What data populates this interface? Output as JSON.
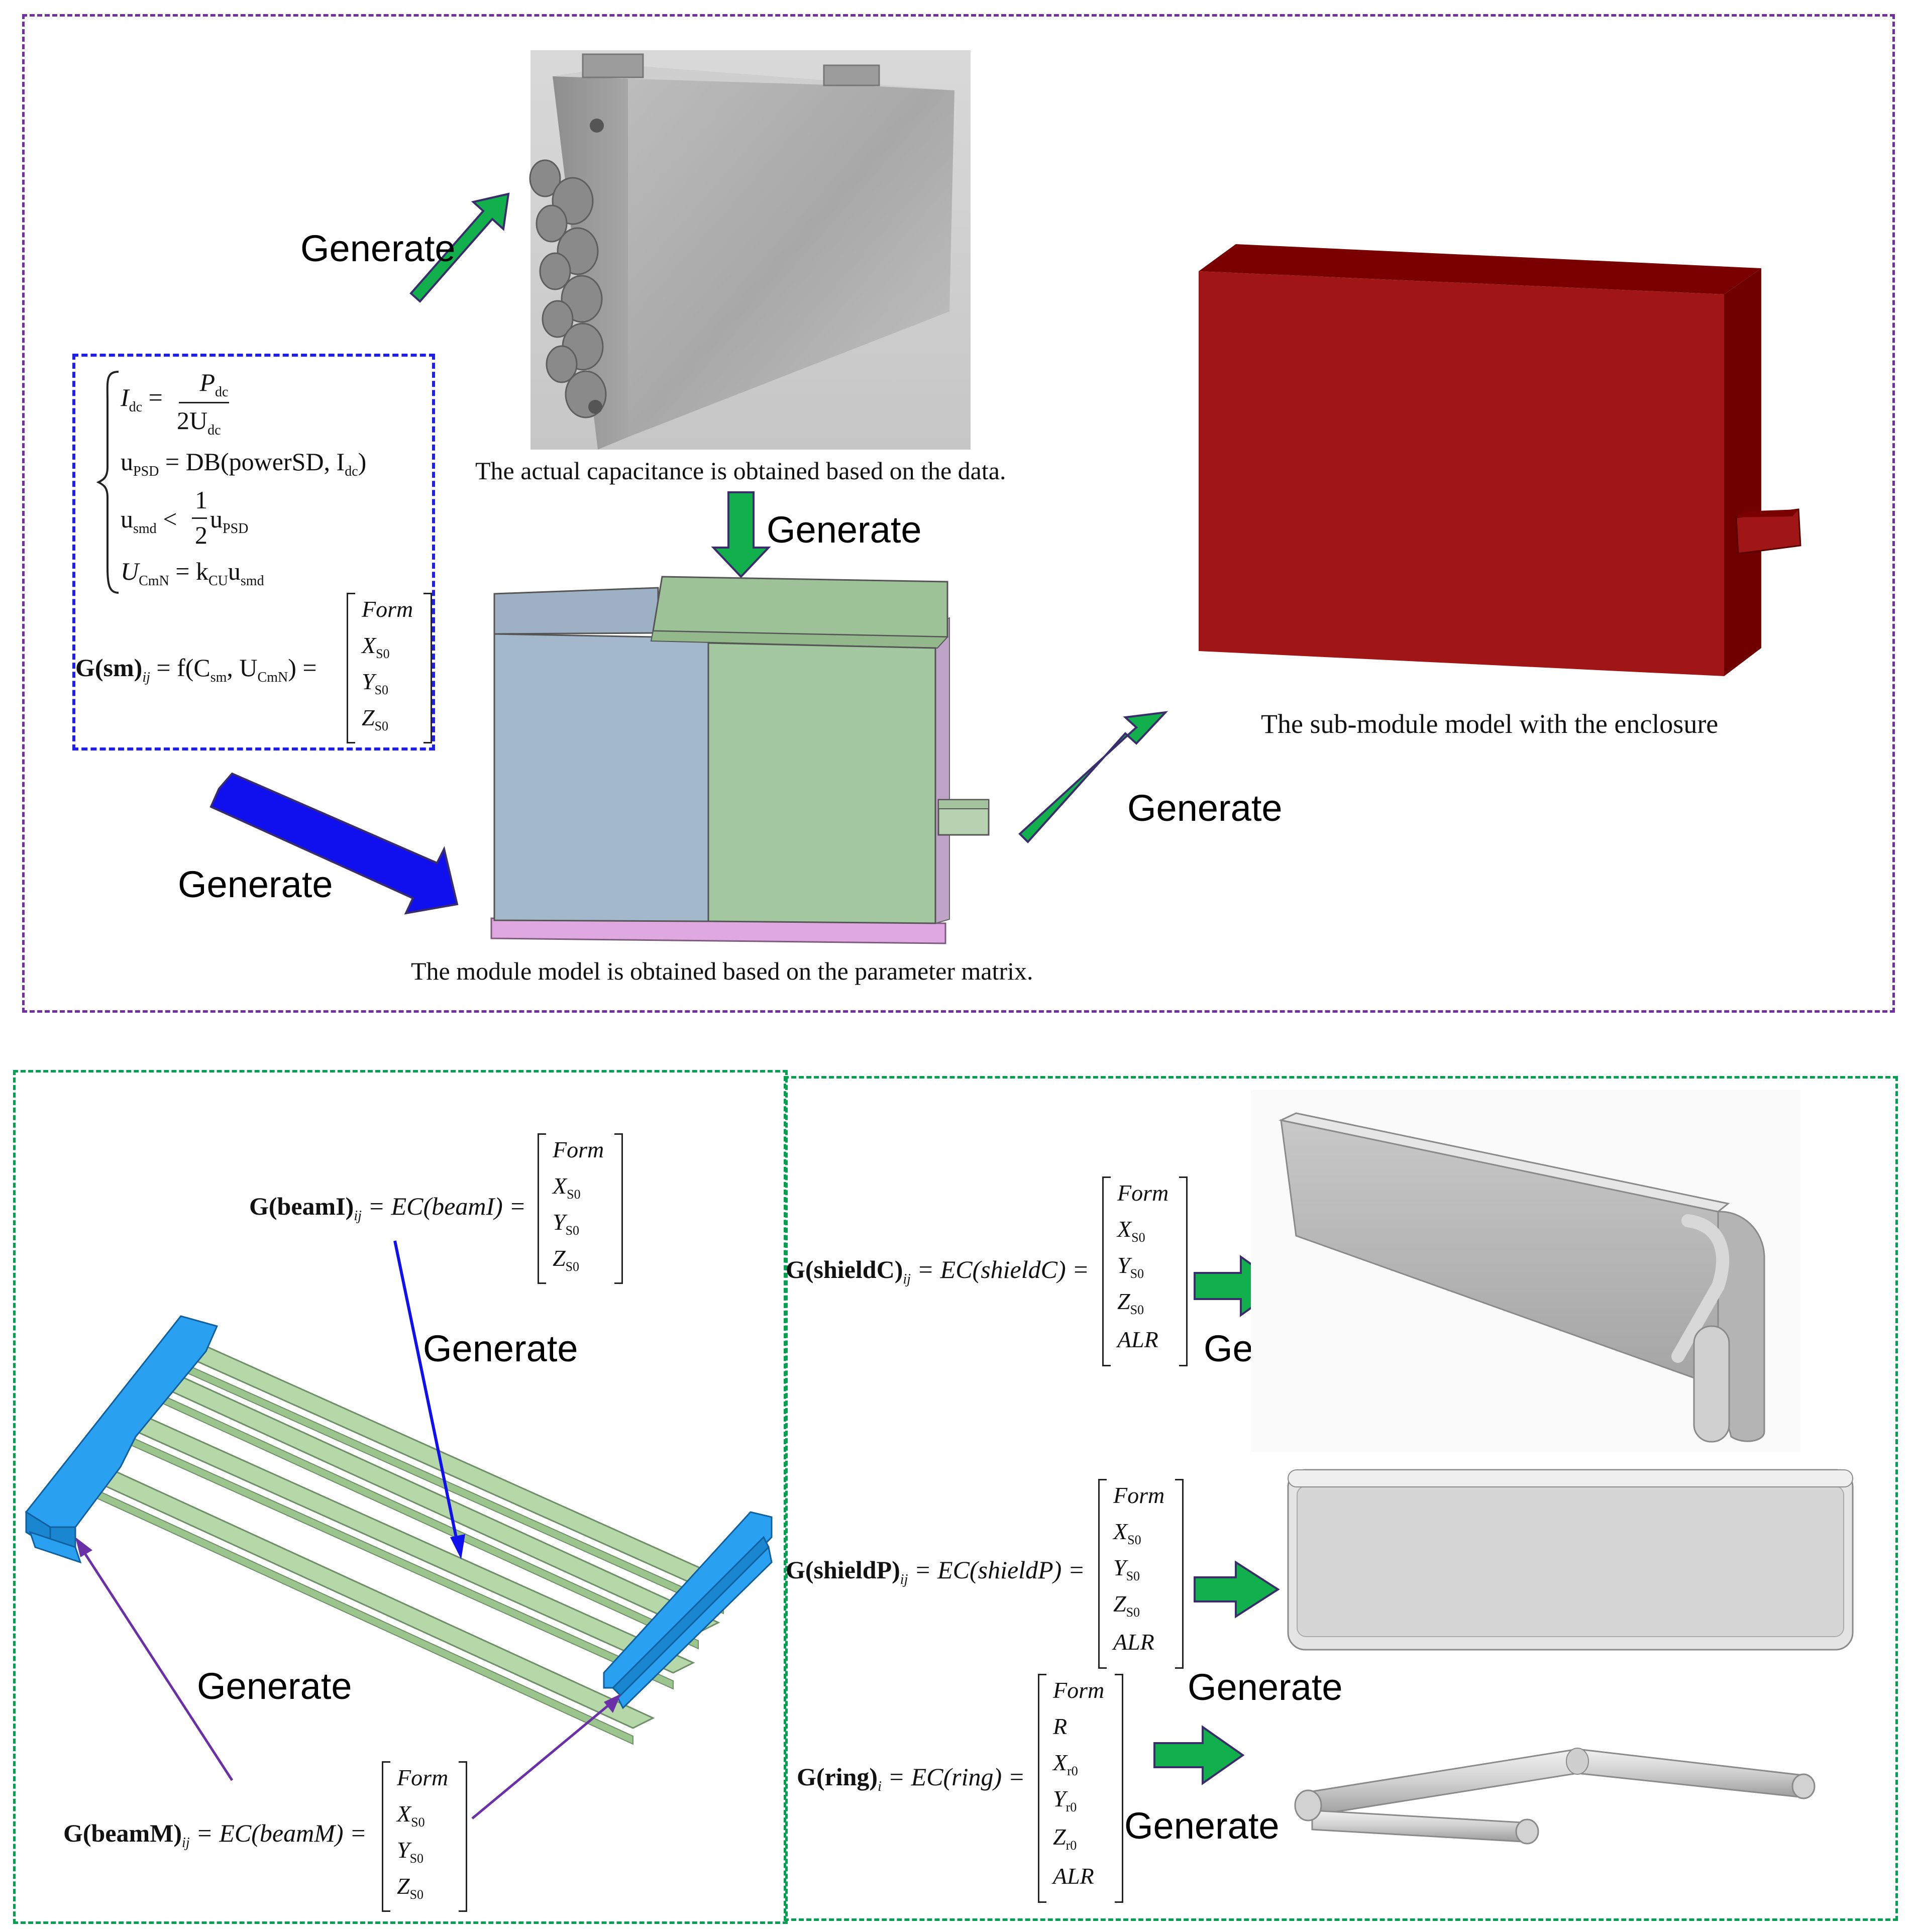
{
  "generate_label": "Generate",
  "top": {
    "photo_caption": "The actual capacitance is obtained based on the data.",
    "module_caption": "The module model is obtained based on the parameter matrix.",
    "submodule_caption": "The sub-module model with the enclosure",
    "equations": {
      "idc_lhs": "I",
      "idc_sub": "dc",
      "idc_num": "P",
      "idc_num_sub": "dc",
      "idc_den": "2U",
      "idc_den_sub": "dc",
      "upsd_lhs": "u",
      "upsd_sub": "PSD",
      "upsd_rhs": "= DB(powerSD, I",
      "upsd_rhs_sub": "dc",
      "usmd_lhs": "u",
      "usmd_sub": "smd",
      "usmd_rhs_frac_num": "1",
      "usmd_rhs_frac_den": "2",
      "usmd_rhs": "u",
      "usmd_rhs_sub": "PSD",
      "ucmn_lhs": "U",
      "ucmn_sub": "CmN",
      "ucmn_rhs": "= k",
      "ucmn_rhs_sub": "CU",
      "ucmn_rhs2": "u",
      "ucmn_rhs2_sub": "smd",
      "gsm": "G(sm)",
      "gsm_sub": "ij",
      "gsm_rhs": "= f(C",
      "gsm_rhs_sub": "sm",
      "gsm_rhs2": ", U",
      "gsm_rhs2_sub": "CmN",
      "gsm_rhs3": ") ="
    },
    "matrix": [
      "Form",
      "X",
      "Y",
      "Z"
    ],
    "matrix_subs": [
      "",
      "S0",
      "S0",
      "S0"
    ]
  },
  "bottom_left": {
    "beamI_eq": "G(beamI)",
    "beamI_sub": "ij",
    "beamI_rhs": "= EC(beamI) =",
    "beamI_matrix": [
      "Form",
      "X",
      "Y",
      "Z"
    ],
    "beamI_matrix_subs": [
      "",
      "S0",
      "S0",
      "S0"
    ],
    "beamM_eq": "G(beamM)",
    "beamM_sub": "ij",
    "beamM_rhs": "= EC(beamM) =",
    "beamM_matrix": [
      "Form",
      "X",
      "Y",
      "Z"
    ],
    "beamM_matrix_subs": [
      "",
      "S0",
      "S0",
      "S0"
    ]
  },
  "bottom_right": {
    "shieldC_eq": "G(shieldC)",
    "shieldC_sub": "ij",
    "shieldC_rhs": "= EC(shieldC) =",
    "shieldC_matrix": [
      "Form",
      "X",
      "Y",
      "Z",
      "ALR"
    ],
    "shieldC_matrix_subs": [
      "",
      "S0",
      "S0",
      "S0",
      ""
    ],
    "shieldP_eq": "G(shieldP)",
    "shieldP_sub": "ij",
    "shieldP_rhs": "= EC(shieldP) =",
    "shieldP_matrix": [
      "Form",
      "X",
      "Y",
      "Z",
      "ALR"
    ],
    "shieldP_matrix_subs": [
      "",
      "S0",
      "S0",
      "S0",
      ""
    ],
    "ring_eq": "G(ring)",
    "ring_sub": "i",
    "ring_rhs": "= EC(ring) =",
    "ring_matrix": [
      "Form",
      "R",
      "X",
      "Y",
      "Z",
      "ALR"
    ],
    "ring_matrix_subs": [
      "",
      "",
      "r0",
      "r0",
      "r0",
      ""
    ]
  },
  "colors": {
    "purple_border": "#7030a0",
    "blue_border": "#1f1fe6",
    "green_border": "#00a050",
    "green_arrow": "#12b04c",
    "blue_arrow": "#1010ee",
    "red_box": "#a01515",
    "beam_blue": "#2aa0f0",
    "beam_green": "#b6d8a8",
    "module_blue": "#a4b8cc",
    "module_green": "#a4c8a0",
    "module_pink": "#e0a8e0"
  }
}
